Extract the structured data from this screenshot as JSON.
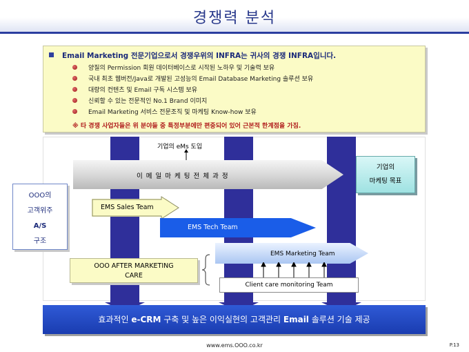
{
  "title": "경쟁력 분석",
  "summary": {
    "headline": "Email Marketing 전문기업으로서 경쟁우위의 INFRA는 귀사의 경쟁 INFRA입니다.",
    "items": [
      "양질의 Permission 회원 데이터베이스로 시작된 노하우 및 기술력 보유",
      "국내 최초 웹버전/Java로 개발된 고성능의 Email Database Marketing 솔루션 보유",
      "대량의 컨텐츠 및 Email 구독 시스템 보유",
      "신뢰할 수 있는 전문적인 No.1 Brand 이미지",
      "Email Marketing 서비스 전문조직 및 마케팅 Know-how 보유"
    ],
    "note": "※ 타 경쟁 사업자들은 위 분야들 중 특정부분에만 편중되어 있어 근본적 한계점을 가짐."
  },
  "diagram": {
    "ems_intro": "기업의 eMs 도입",
    "process_label": "이 메 일   마 케 팅   전 체 과 정",
    "goal_line1": "기업의",
    "goal_line2": "마케팅 목표",
    "left_box": [
      "OOO의",
      "고객위주",
      "A/S",
      "구조"
    ],
    "sales_team": "EMS Sales Team",
    "tech_team": "EMS Tech Team",
    "marketing_team": "EMS Marketing Team",
    "after_marketing_line1": "OOO AFTER MARKETING",
    "after_marketing_line2": "CARE",
    "client_care": "Client care monitoring Team"
  },
  "banner": {
    "pre": "효과적인 ",
    "bold1": "e-CRM",
    "mid": " 구축 및 높은 이익실현의 고객관리 ",
    "bold2": "Email",
    "post": " 솔루션 기술 제공"
  },
  "footer": {
    "url": "www.ems.OOO.co.kr",
    "page": "P.13"
  },
  "colors": {
    "pillar": "#2f2f9a",
    "title": "#2a3a8c",
    "note": "#b01c1c",
    "banner": "#1a3cb0"
  }
}
